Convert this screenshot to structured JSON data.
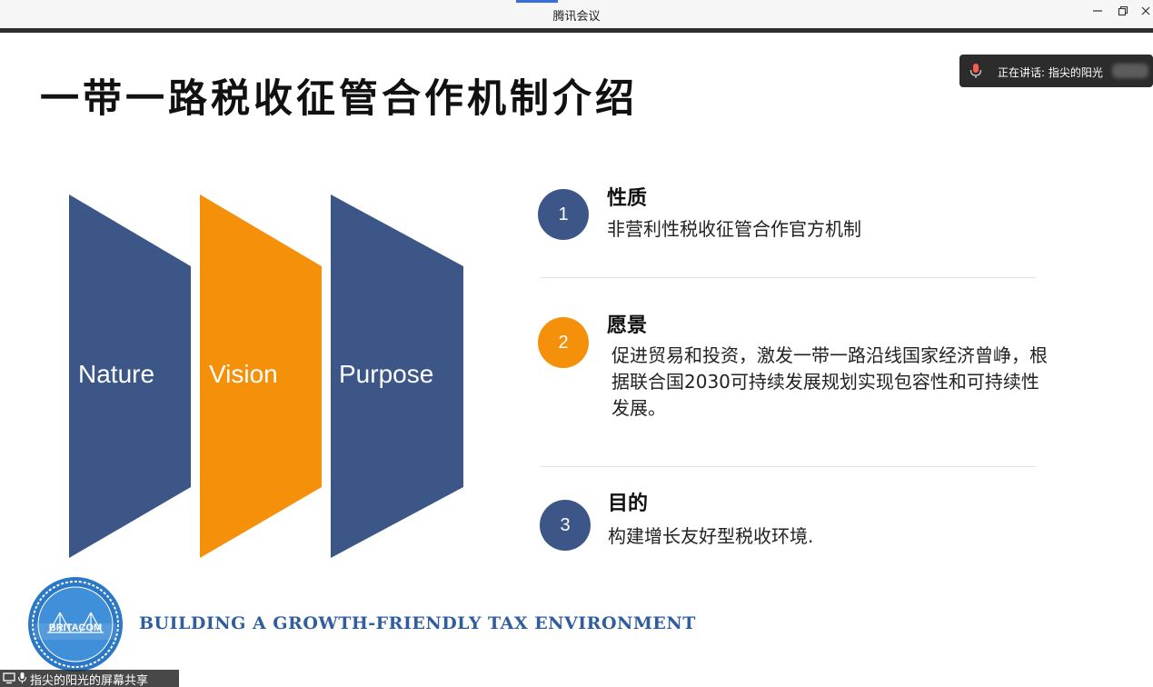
{
  "window": {
    "title": "腾讯会议",
    "accent_color": "#3b6fd8"
  },
  "window_controls": {
    "minimize_icon": "minimize-icon",
    "restore_icon": "restore-icon",
    "close_icon": "close-icon"
  },
  "speaking_indicator": {
    "icon": "microphone-icon",
    "text": "正在讲话: 指尖的阳光"
  },
  "slide": {
    "title": "一带一路税收征管合作机制介绍",
    "panels": [
      {
        "label": "Nature",
        "color": "#3c5787"
      },
      {
        "label": "Vision",
        "color": "#f5900a"
      },
      {
        "label": "Purpose",
        "color": "#3c5787"
      }
    ],
    "items": [
      {
        "number": "1",
        "title": "性质",
        "description": "非营利性税收征管合作官方机制",
        "color": "#3c5787"
      },
      {
        "number": "2",
        "title": "愿景",
        "description": "促进贸易和投资，激发一带一路沿线国家经济曾峥，根据联合国2030可持续发展规划实现包容性和可持续性发展。",
        "color": "#f5900a"
      },
      {
        "number": "3",
        "title": "目的",
        "description": "构建增长友好型税收环境.",
        "color": "#3c5787"
      }
    ],
    "logo": {
      "text": "BRITACOM",
      "color": "#2a78c6"
    },
    "tagline": "BUILDING A GROWTH-FRIENDLY TAX ENVIRONMENT"
  },
  "share_bar": {
    "icons": [
      "screen-share-icon",
      "microphone-icon"
    ],
    "text": "指尖的阳光的屏幕共享"
  }
}
